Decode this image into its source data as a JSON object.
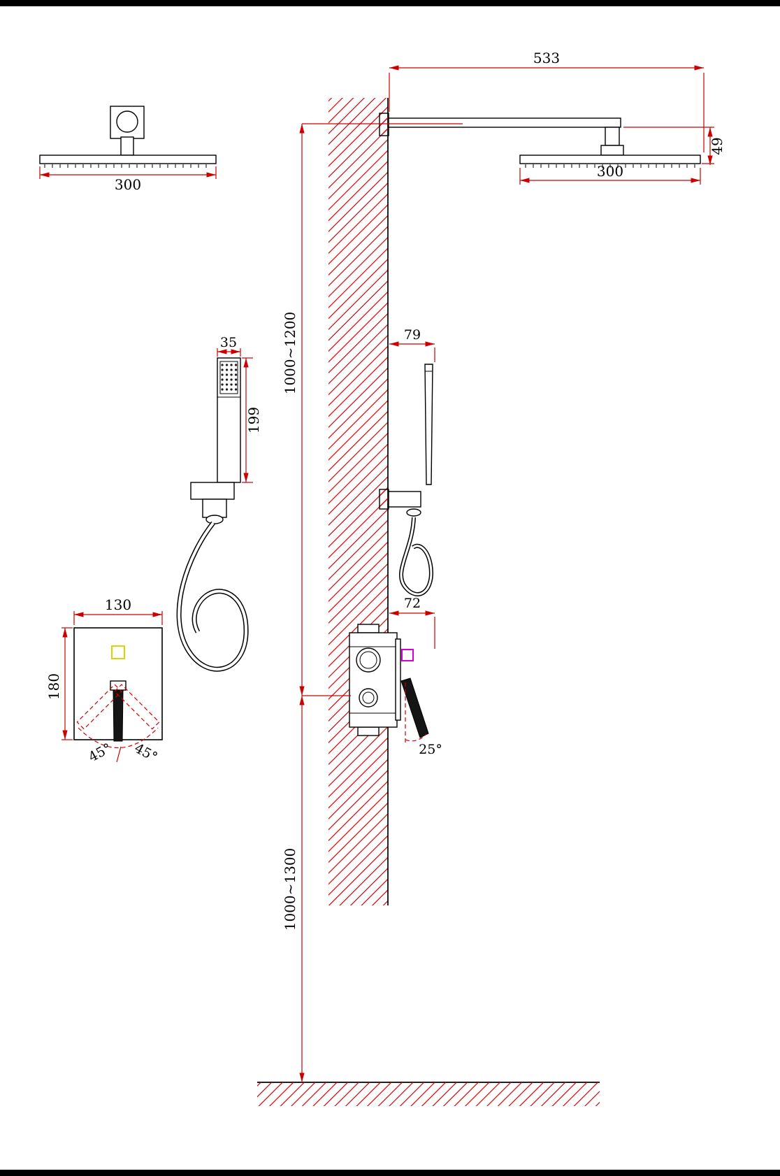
{
  "drawing": {
    "labels": {
      "arm_length": "533",
      "head_drop": "49",
      "head_width_side": "300",
      "head_width_front": "300",
      "handshower_width": "35",
      "handshower_length": "199",
      "handshower_depth": "79",
      "valve_width": "130",
      "valve_height": "180",
      "valve_depth": "72",
      "height_head_to_valve": "1000~1200",
      "height_valve_to_floor": "1000~1300",
      "swing_left": "45°",
      "swing_right": "45°",
      "lever_tilt": "25°"
    },
    "colors": {
      "dimension_red": "#cc0000",
      "object_black": "#000000",
      "accent_yellow": "#d6d600",
      "accent_magenta": "#d400d4"
    }
  }
}
